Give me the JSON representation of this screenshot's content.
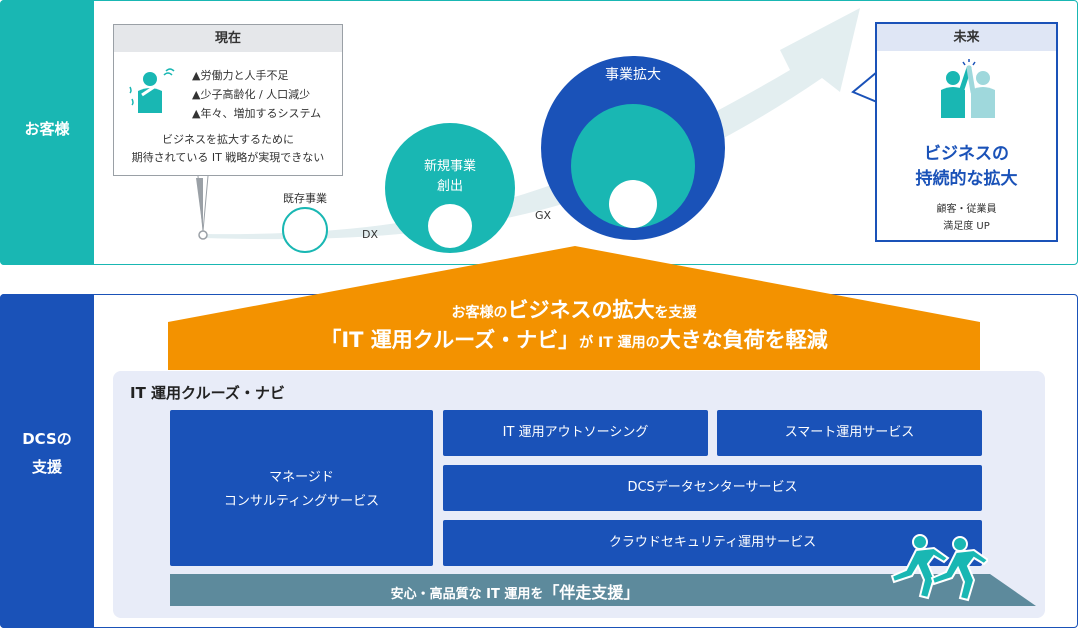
{
  "customer": {
    "side_label": "お客様",
    "current": {
      "title": "現在",
      "items": [
        "▲労働力と人手不足",
        "▲少子高齢化 / 人口減少",
        "▲年々、増加するシステム"
      ],
      "desc_line1": "ビジネスを拡大するために",
      "desc_line2": "期待されている IT 戦略が実現できない"
    },
    "stages": {
      "existing": "既存事業",
      "new_line1": "新規事業",
      "new_line2": "創出",
      "expansion": "事業拡大"
    },
    "transitions": {
      "dx": "DX",
      "gx": "GX"
    },
    "future": {
      "title": "未来",
      "headline_line1": "ビジネスの",
      "headline_line2": "持続的な拡大",
      "sub_line1": "顧客・従業員",
      "sub_line2": "満足度 UP"
    }
  },
  "dcs": {
    "side_label_line1": "DCSの",
    "side_label_line2": "支援",
    "roof": {
      "l1_a": "お客様の",
      "l1_b": "ビジネスの拡大",
      "l1_c": "を支援",
      "l2_a": "「IT 運用クルーズ・ナビ」",
      "l2_b": "が IT 運用の",
      "l2_c": "大きな負荷を軽減"
    },
    "panel_title": "IT 運用クルーズ・ナビ",
    "services": {
      "managed_line1": "マネージド",
      "managed_line2": "コンサルティングサービス",
      "outsourcing": "IT 運用アウトソーシング",
      "smart": "スマート運用サービス",
      "datacenter": "DCSデータセンターサービス",
      "cloud_security": "クラウドセキュリティ運用サービス"
    },
    "base": {
      "text": "安心・高品質な IT 運用を",
      "emphasis": "「伴走支援」"
    }
  },
  "colors": {
    "teal": "#19b7b3",
    "blue": "#1a52b8",
    "orange": "#f39200",
    "slate": "#5d8a9c",
    "light_panel": "#e8ecf8"
  },
  "icons": [
    "worried-person-icon",
    "high-five-icon",
    "running-people-icon",
    "growth-arrow-icon"
  ]
}
